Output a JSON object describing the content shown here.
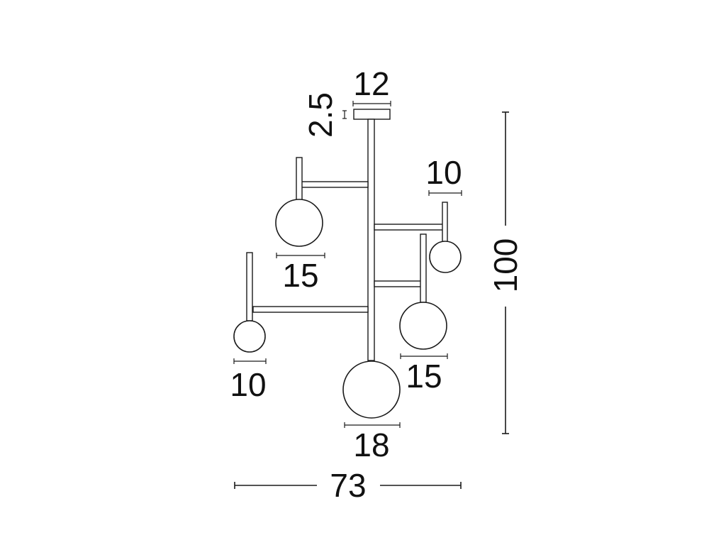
{
  "drawing": {
    "canopy_width": "12",
    "canopy_height": "2.5",
    "overall_height": "100",
    "overall_width": "73",
    "globes": [
      {
        "id": "upper-left",
        "diameter": "15"
      },
      {
        "id": "upper-right",
        "diameter": "10"
      },
      {
        "id": "middle-right",
        "diameter": "15"
      },
      {
        "id": "lower-left",
        "diameter": "10"
      },
      {
        "id": "bottom-center",
        "diameter": "18"
      }
    ]
  }
}
